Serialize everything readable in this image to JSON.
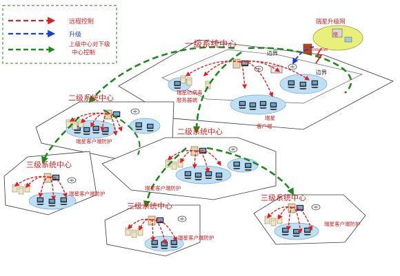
{
  "legend": {
    "items": [
      {
        "label": "远程控制",
        "color": "#e41e1e",
        "style": "dashed"
      },
      {
        "label": "升级",
        "color": "#1a3fd6",
        "style": "dashed"
      },
      {
        "label": "上级中心对下级\n中心控制",
        "color": "#1a8a1a",
        "style": "dashed"
      }
    ]
  },
  "labels": {
    "upgrade_net": "瑞星升级网",
    "upgrade_net_suffix": "络",
    "internet": "Internet",
    "boundary": "边界",
    "level1_center": "一级系统中心",
    "server": "瑞星防病毒\n服务器端",
    "client": "瑞星\n客户端",
    "level2_center": "二级系统中心",
    "level3_center": "三级系统中心",
    "client_protect": "瑞星客户端防护"
  },
  "colors": {
    "remote_control": "#e41e1e",
    "upgrade": "#1a3fd6",
    "hierarchy_control": "#1a8a1a",
    "title_red": "#d42020",
    "lan_blue": "#bfe0f4",
    "lan_stroke": "#6aa8d8"
  }
}
